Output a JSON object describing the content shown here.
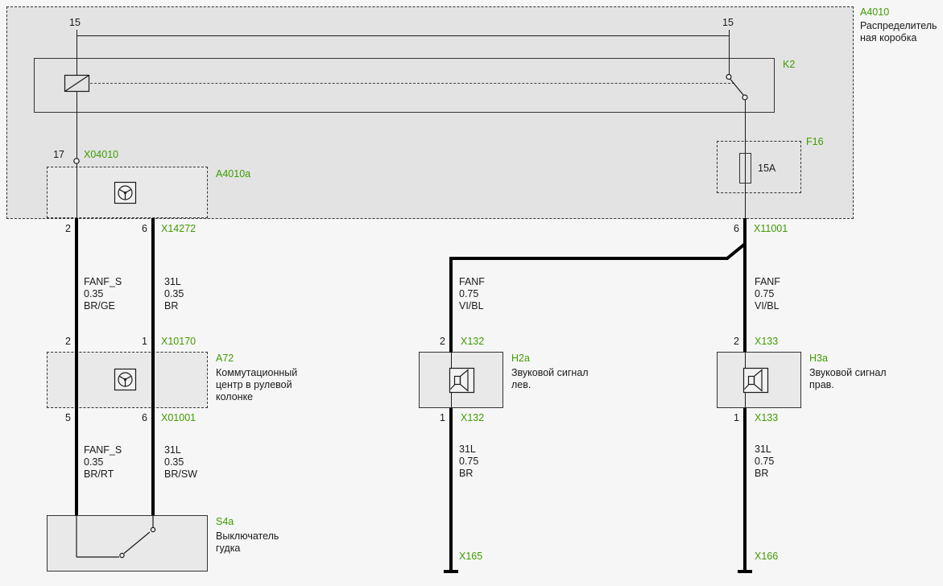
{
  "colors": {
    "accent_green": "#3f9b00",
    "wire": "#000000",
    "box_fill": "#e3e3e3",
    "module_fill": "#e9e9e9",
    "page_bg": "#f6f6f6"
  },
  "distribution_box": {
    "ref": "A4010",
    "name_line1": "Распределитель",
    "name_line2": "ная коробка"
  },
  "relay": {
    "ref": "K2"
  },
  "fuse": {
    "ref": "F16",
    "rating": "15A"
  },
  "terminal_15_left": "15",
  "terminal_15_right": "15",
  "conn_x04010": {
    "pin": "17",
    "name": "X04010"
  },
  "module_a4010a": {
    "ref": "A4010a"
  },
  "conn_x14272": {
    "pin_left": "2",
    "pin_right": "6",
    "name": "X14272"
  },
  "conn_x10170": {
    "pin_left": "2",
    "pin_right": "1",
    "name": "X10170"
  },
  "module_a72": {
    "ref": "A72",
    "name_line1": "Коммутационный",
    "name_line2": "центр в рулевой",
    "name_line3": "колонке"
  },
  "conn_x01001": {
    "pin_left": "5",
    "pin_right": "6",
    "name": "X01001"
  },
  "switch_s4a": {
    "ref": "S4a",
    "name_line1": "Выключатель",
    "name_line2": "гудка"
  },
  "conn_x11001": {
    "pin": "6",
    "name": "X11001"
  },
  "horn_left": {
    "ref": "H2a",
    "name_line1": "Звуковой сигнал",
    "name_line2": "лев.",
    "pin_top": "2",
    "conn_top": "X132",
    "pin_bottom": "1",
    "conn_bottom": "X132",
    "end_conn": "X165"
  },
  "horn_right": {
    "ref": "H3a",
    "name_line1": "Звуковой сигнал",
    "name_line2": "прав.",
    "pin_top": "2",
    "conn_top": "X133",
    "pin_bottom": "1",
    "conn_bottom": "X133",
    "end_conn": "X166"
  },
  "wires": {
    "fanf_s_top": {
      "l1": "FANF_S",
      "l2": "0.35",
      "l3": "BR/GE"
    },
    "w31l_top": {
      "l1": "31L",
      "l2": "0.35",
      "l3": "BR"
    },
    "fanf_s_bottom": {
      "l1": "FANF_S",
      "l2": "0.35",
      "l3": "BR/RT"
    },
    "w31l_bottom": {
      "l1": "31L",
      "l2": "0.35",
      "l3": "BR/SW"
    },
    "fanf_left": {
      "l1": "FANF",
      "l2": "0.75",
      "l3": "VI/BL"
    },
    "fanf_right": {
      "l1": "FANF",
      "l2": "0.75",
      "l3": "VI/BL"
    },
    "w31l_left": {
      "l1": "31L",
      "l2": "0.75",
      "l3": "BR"
    },
    "w31l_right": {
      "l1": "31L",
      "l2": "0.75",
      "l3": "BR"
    }
  }
}
